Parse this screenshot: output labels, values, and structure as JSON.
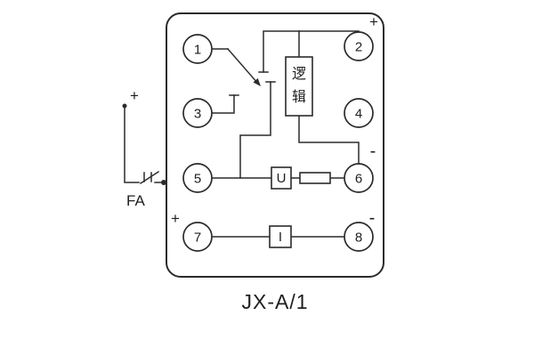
{
  "title": "JX-A/1",
  "terminals": [
    "1",
    "2",
    "3",
    "4",
    "5",
    "6",
    "7",
    "8"
  ],
  "blocks": {
    "logic_top_char": "逻",
    "logic_bottom_char": "辑",
    "voltage_symbol": "U",
    "current_symbol": "I"
  },
  "annotations": {
    "fa_label": "FA",
    "external_plus": "+",
    "terminal2_plus": "+",
    "terminal6_minus": "-",
    "terminal7_plus": "+",
    "terminal8_minus": "-"
  }
}
